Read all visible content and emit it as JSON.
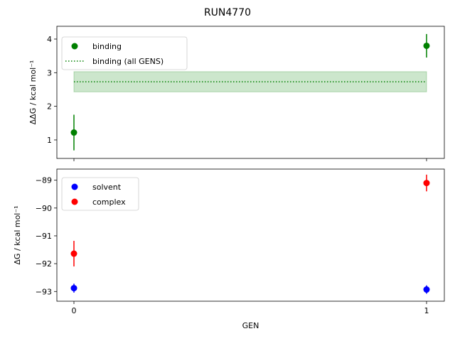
{
  "figure": {
    "suptitle": "RUN4770"
  },
  "colors": {
    "binding": "#008000",
    "binding_band": "#008000",
    "solvent": "#0000ff",
    "complex": "#ff0000"
  },
  "chart_data": [
    {
      "type": "scatter",
      "ylabel": "ΔΔG / kcal mol⁻¹",
      "ylim": [
        0.45,
        4.38
      ],
      "yticks": [
        1,
        2,
        3,
        4
      ],
      "xticks": [
        0,
        1
      ],
      "show_xticklabels": false,
      "grid": false,
      "legend_position": "top-left",
      "series": [
        {
          "name": "binding",
          "x": [
            0,
            1
          ],
          "y": [
            1.22,
            3.8
          ],
          "yerr": [
            0.53,
            0.35
          ],
          "color": "#008000"
        }
      ],
      "summary": {
        "name": "binding (all GENS)",
        "mean": 2.73,
        "lower": 2.43,
        "upper": 3.03,
        "x_range": [
          0,
          1
        ],
        "color": "#008000"
      }
    },
    {
      "type": "scatter",
      "xlabel": "GEN",
      "ylabel": "ΔG / kcal mol⁻¹",
      "ylim": [
        -93.35,
        -88.6
      ],
      "yticks": [
        -93,
        -92,
        -91,
        -90,
        -89
      ],
      "xticks": [
        0,
        1
      ],
      "show_xticklabels": true,
      "grid": false,
      "legend_position": "top-left",
      "series": [
        {
          "name": "solvent",
          "x": [
            0,
            1
          ],
          "y": [
            -92.88,
            -92.93
          ],
          "yerr": [
            0.16,
            0.15
          ],
          "color": "#0000ff"
        },
        {
          "name": "complex",
          "x": [
            0,
            1
          ],
          "y": [
            -91.64,
            -89.1
          ],
          "yerr": [
            0.46,
            0.3
          ],
          "color": "#ff0000"
        }
      ]
    }
  ]
}
